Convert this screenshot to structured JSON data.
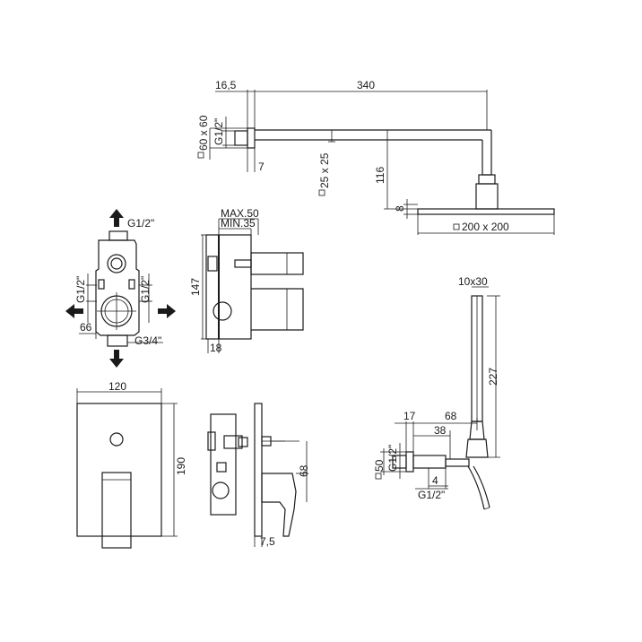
{
  "shower_arm": {
    "dim_offset": "16,5",
    "dim_length": "340",
    "dim_flange": "60 x 60",
    "dim_thread": "G1/2\"",
    "dim_depth": "7",
    "dim_tube": "25 x 25",
    "dim_drop": "116",
    "dim_head_thickness": "8",
    "dim_head_size": "200 x 200"
  },
  "valve_body": {
    "dim_inlet_top": "G1/2\"",
    "dim_left_outlet": "G1/2\"",
    "dim_right_outlet": "G1/2\"",
    "dim_bottom": "66",
    "dim_inlet_bottom": "G3/4\"",
    "dim_max": "MAX.50",
    "dim_min": "MIN.35",
    "dim_height": "147",
    "dim_depth": "18"
  },
  "faceplate": {
    "dim_width": "120",
    "dim_height": "190",
    "dim_projection": "68",
    "dim_depth": "7,5"
  },
  "hand_shower": {
    "dim_rail": "10x30",
    "dim_length": "227",
    "dim_17": "17",
    "dim_68": "68",
    "dim_38": "38",
    "dim_flange": "50",
    "dim_thread": "G1/2\"",
    "dim_4": "4",
    "dim_outlet": "G1/2\""
  }
}
